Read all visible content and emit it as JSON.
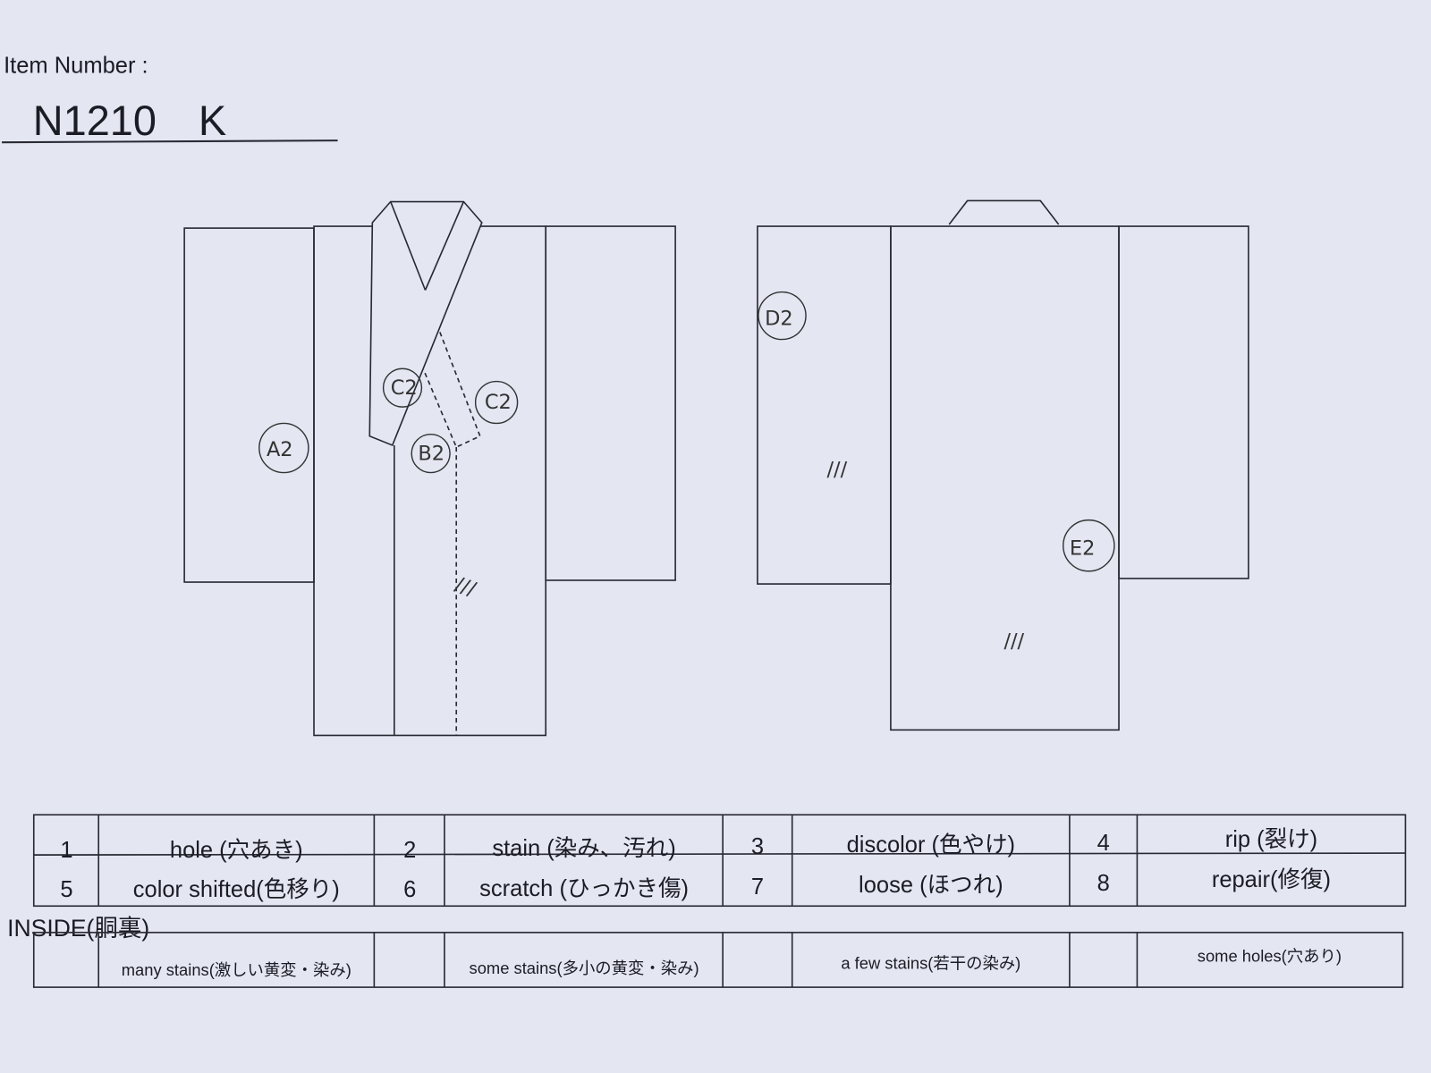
{
  "header": {
    "label": "Item Number :",
    "value": "N1210　K"
  },
  "annotations": {
    "front": {
      "a": "A2",
      "b": "B2",
      "c1": "C2",
      "c2": "C2",
      "marks": "///"
    },
    "back": {
      "d": "D2",
      "e": "E2",
      "marks1": "///",
      "marks2": "///"
    }
  },
  "legend": {
    "rows": [
      [
        {
          "num": "1",
          "label": "hole (穴あき)"
        },
        {
          "num": "2",
          "label": "stain (染み、汚れ)"
        },
        {
          "num": "3",
          "label": "discolor (色やけ)"
        },
        {
          "num": "4",
          "label": "rip (裂け)"
        }
      ],
      [
        {
          "num": "5",
          "label": "color shifted(色移り)"
        },
        {
          "num": "6",
          "label": "scratch (ひっかき傷)"
        },
        {
          "num": "7",
          "label": "loose (ほつれ)"
        },
        {
          "num": "8",
          "label": "repair(修復)"
        }
      ]
    ]
  },
  "inside": {
    "title": "INSIDE(胴裏)",
    "items": [
      "many stains(激しい黄変・染み)",
      "some stains(多小の黄変・染み)",
      "a few stains(若干の染み)",
      "some holes(穴あり)"
    ]
  }
}
